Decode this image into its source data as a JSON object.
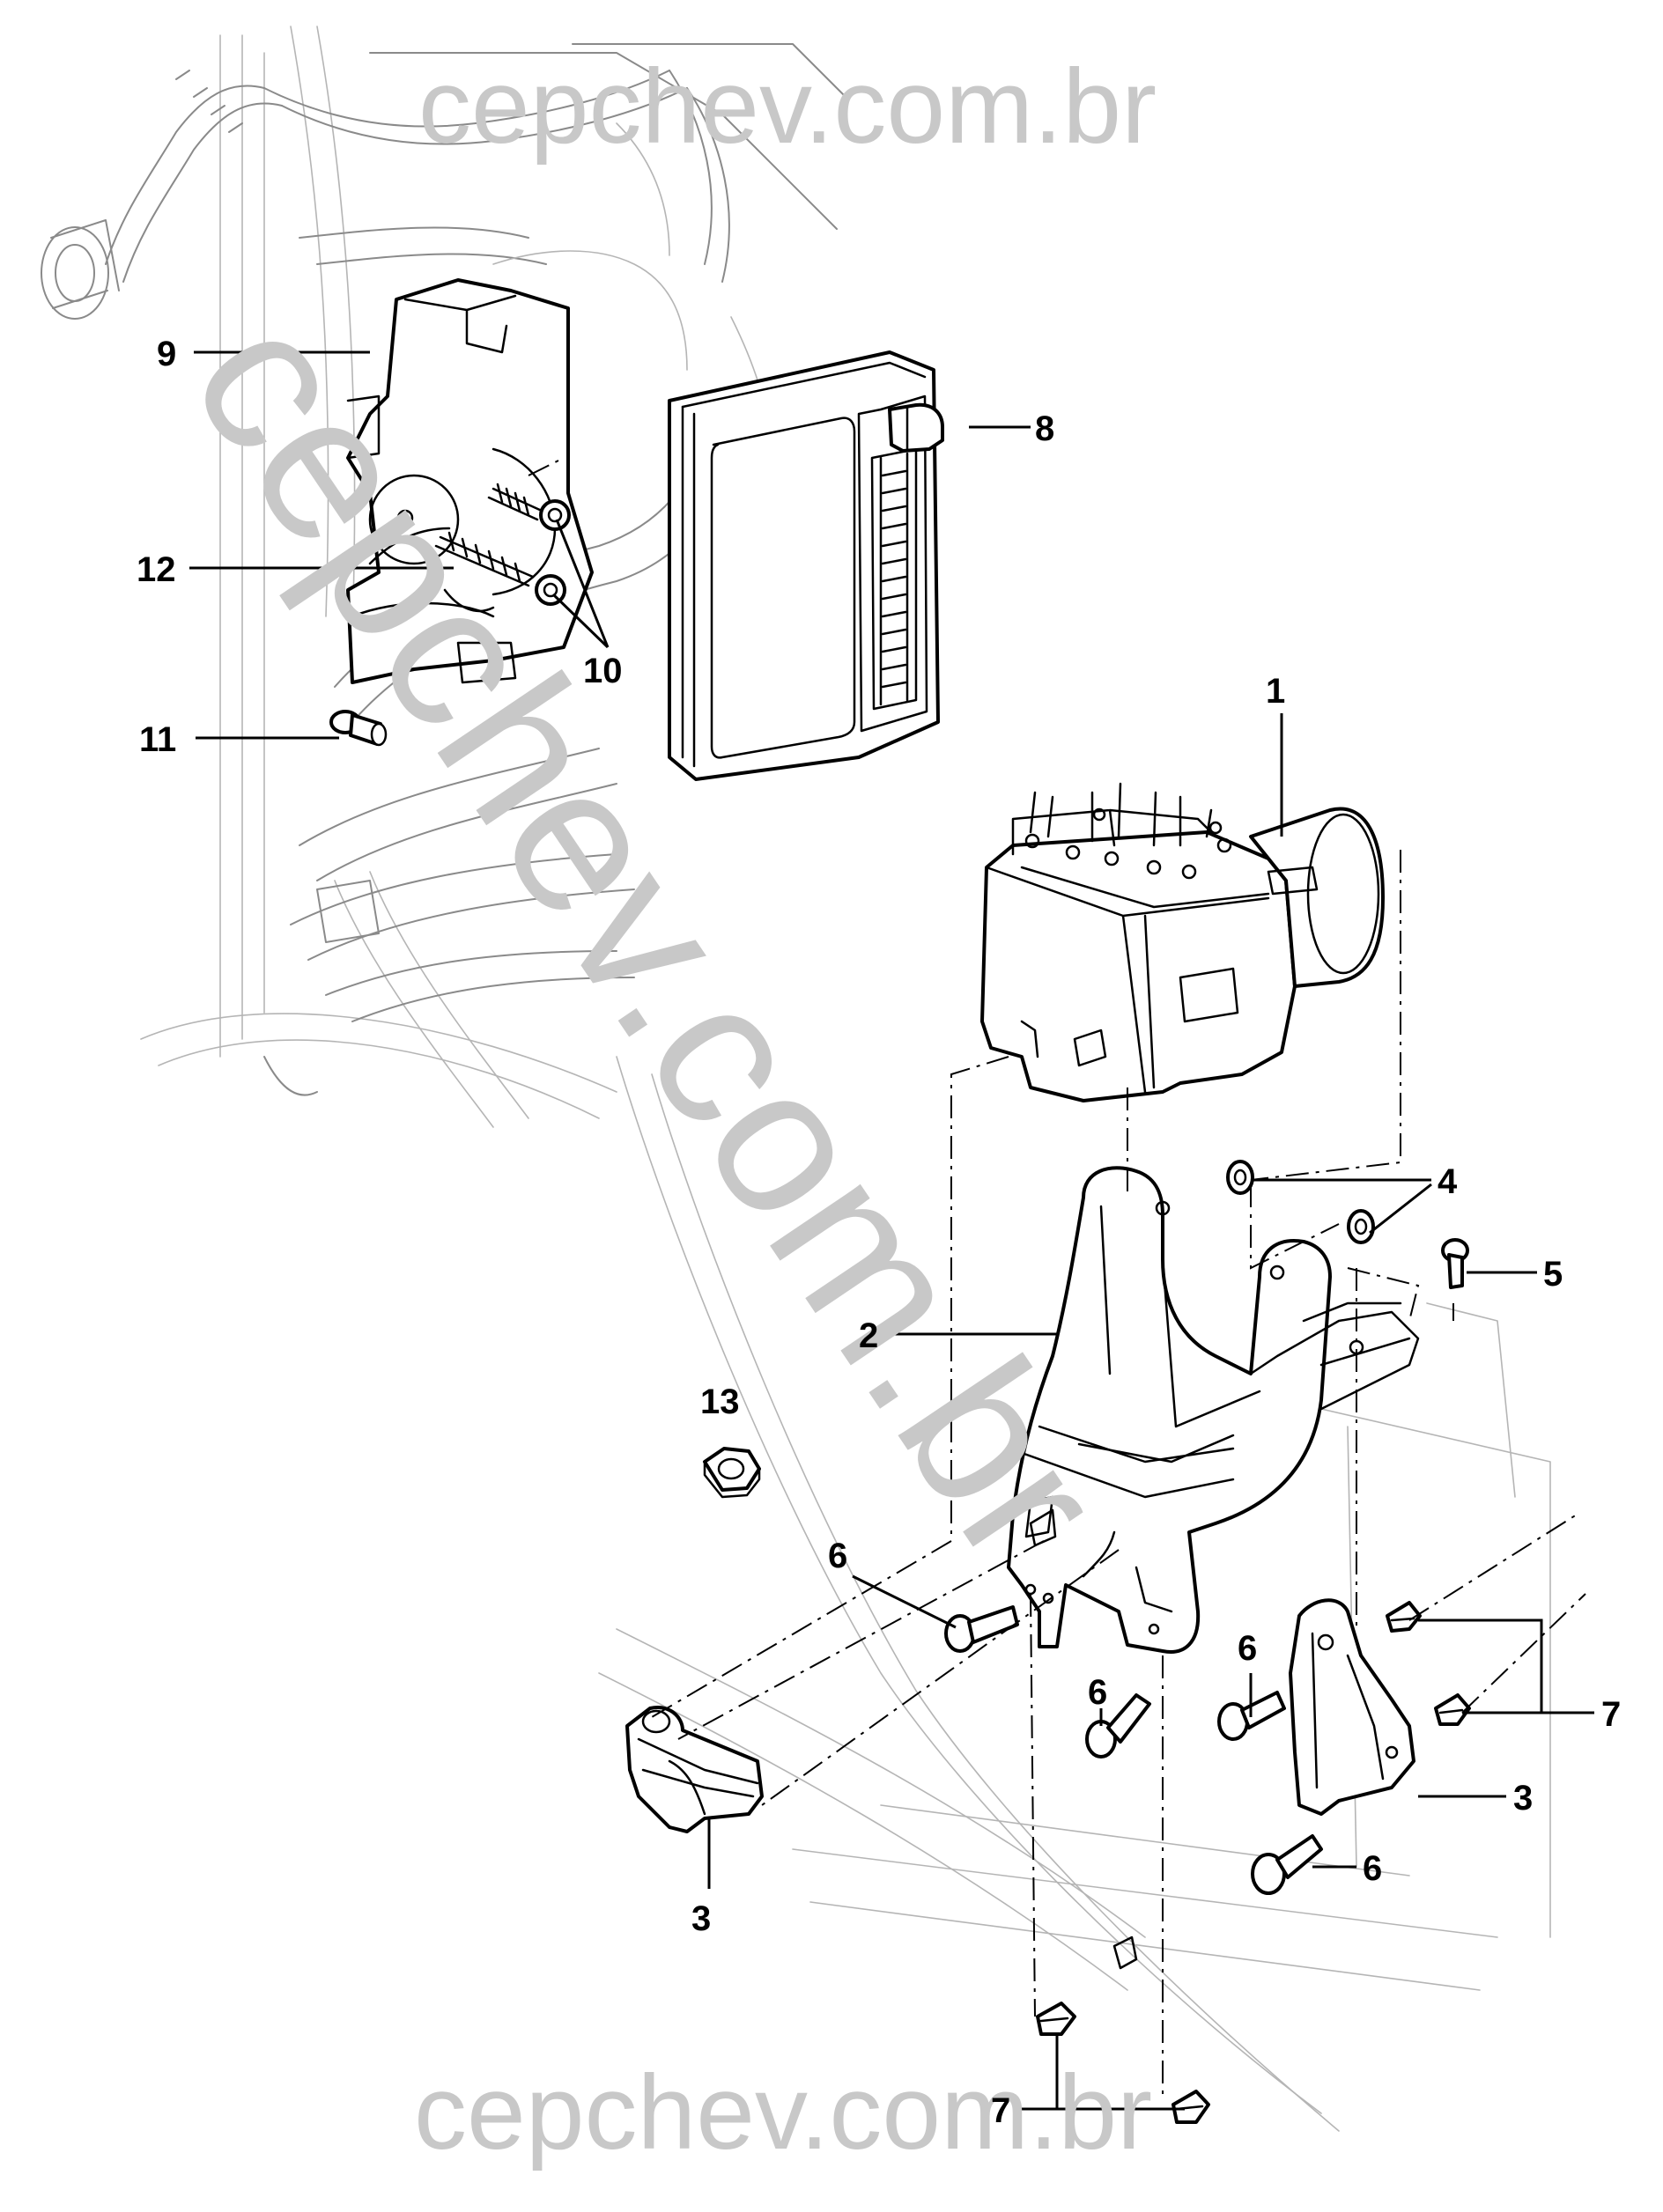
{
  "watermarks": {
    "top": "cepchev.com.br",
    "diagonal": "cepchev.com.br",
    "bottom": "cepchev.com.br"
  },
  "callouts": {
    "c1": "1",
    "c2": "2",
    "c3a": "3",
    "c3b": "3",
    "c4": "4",
    "c5": "5",
    "c6a": "6",
    "c6b": "6",
    "c6c": "6",
    "c6d": "6",
    "c7a": "7",
    "c7b": "7",
    "c8": "8",
    "c9": "9",
    "c10": "10",
    "c11": "11",
    "c12": "12",
    "c13": "13"
  }
}
